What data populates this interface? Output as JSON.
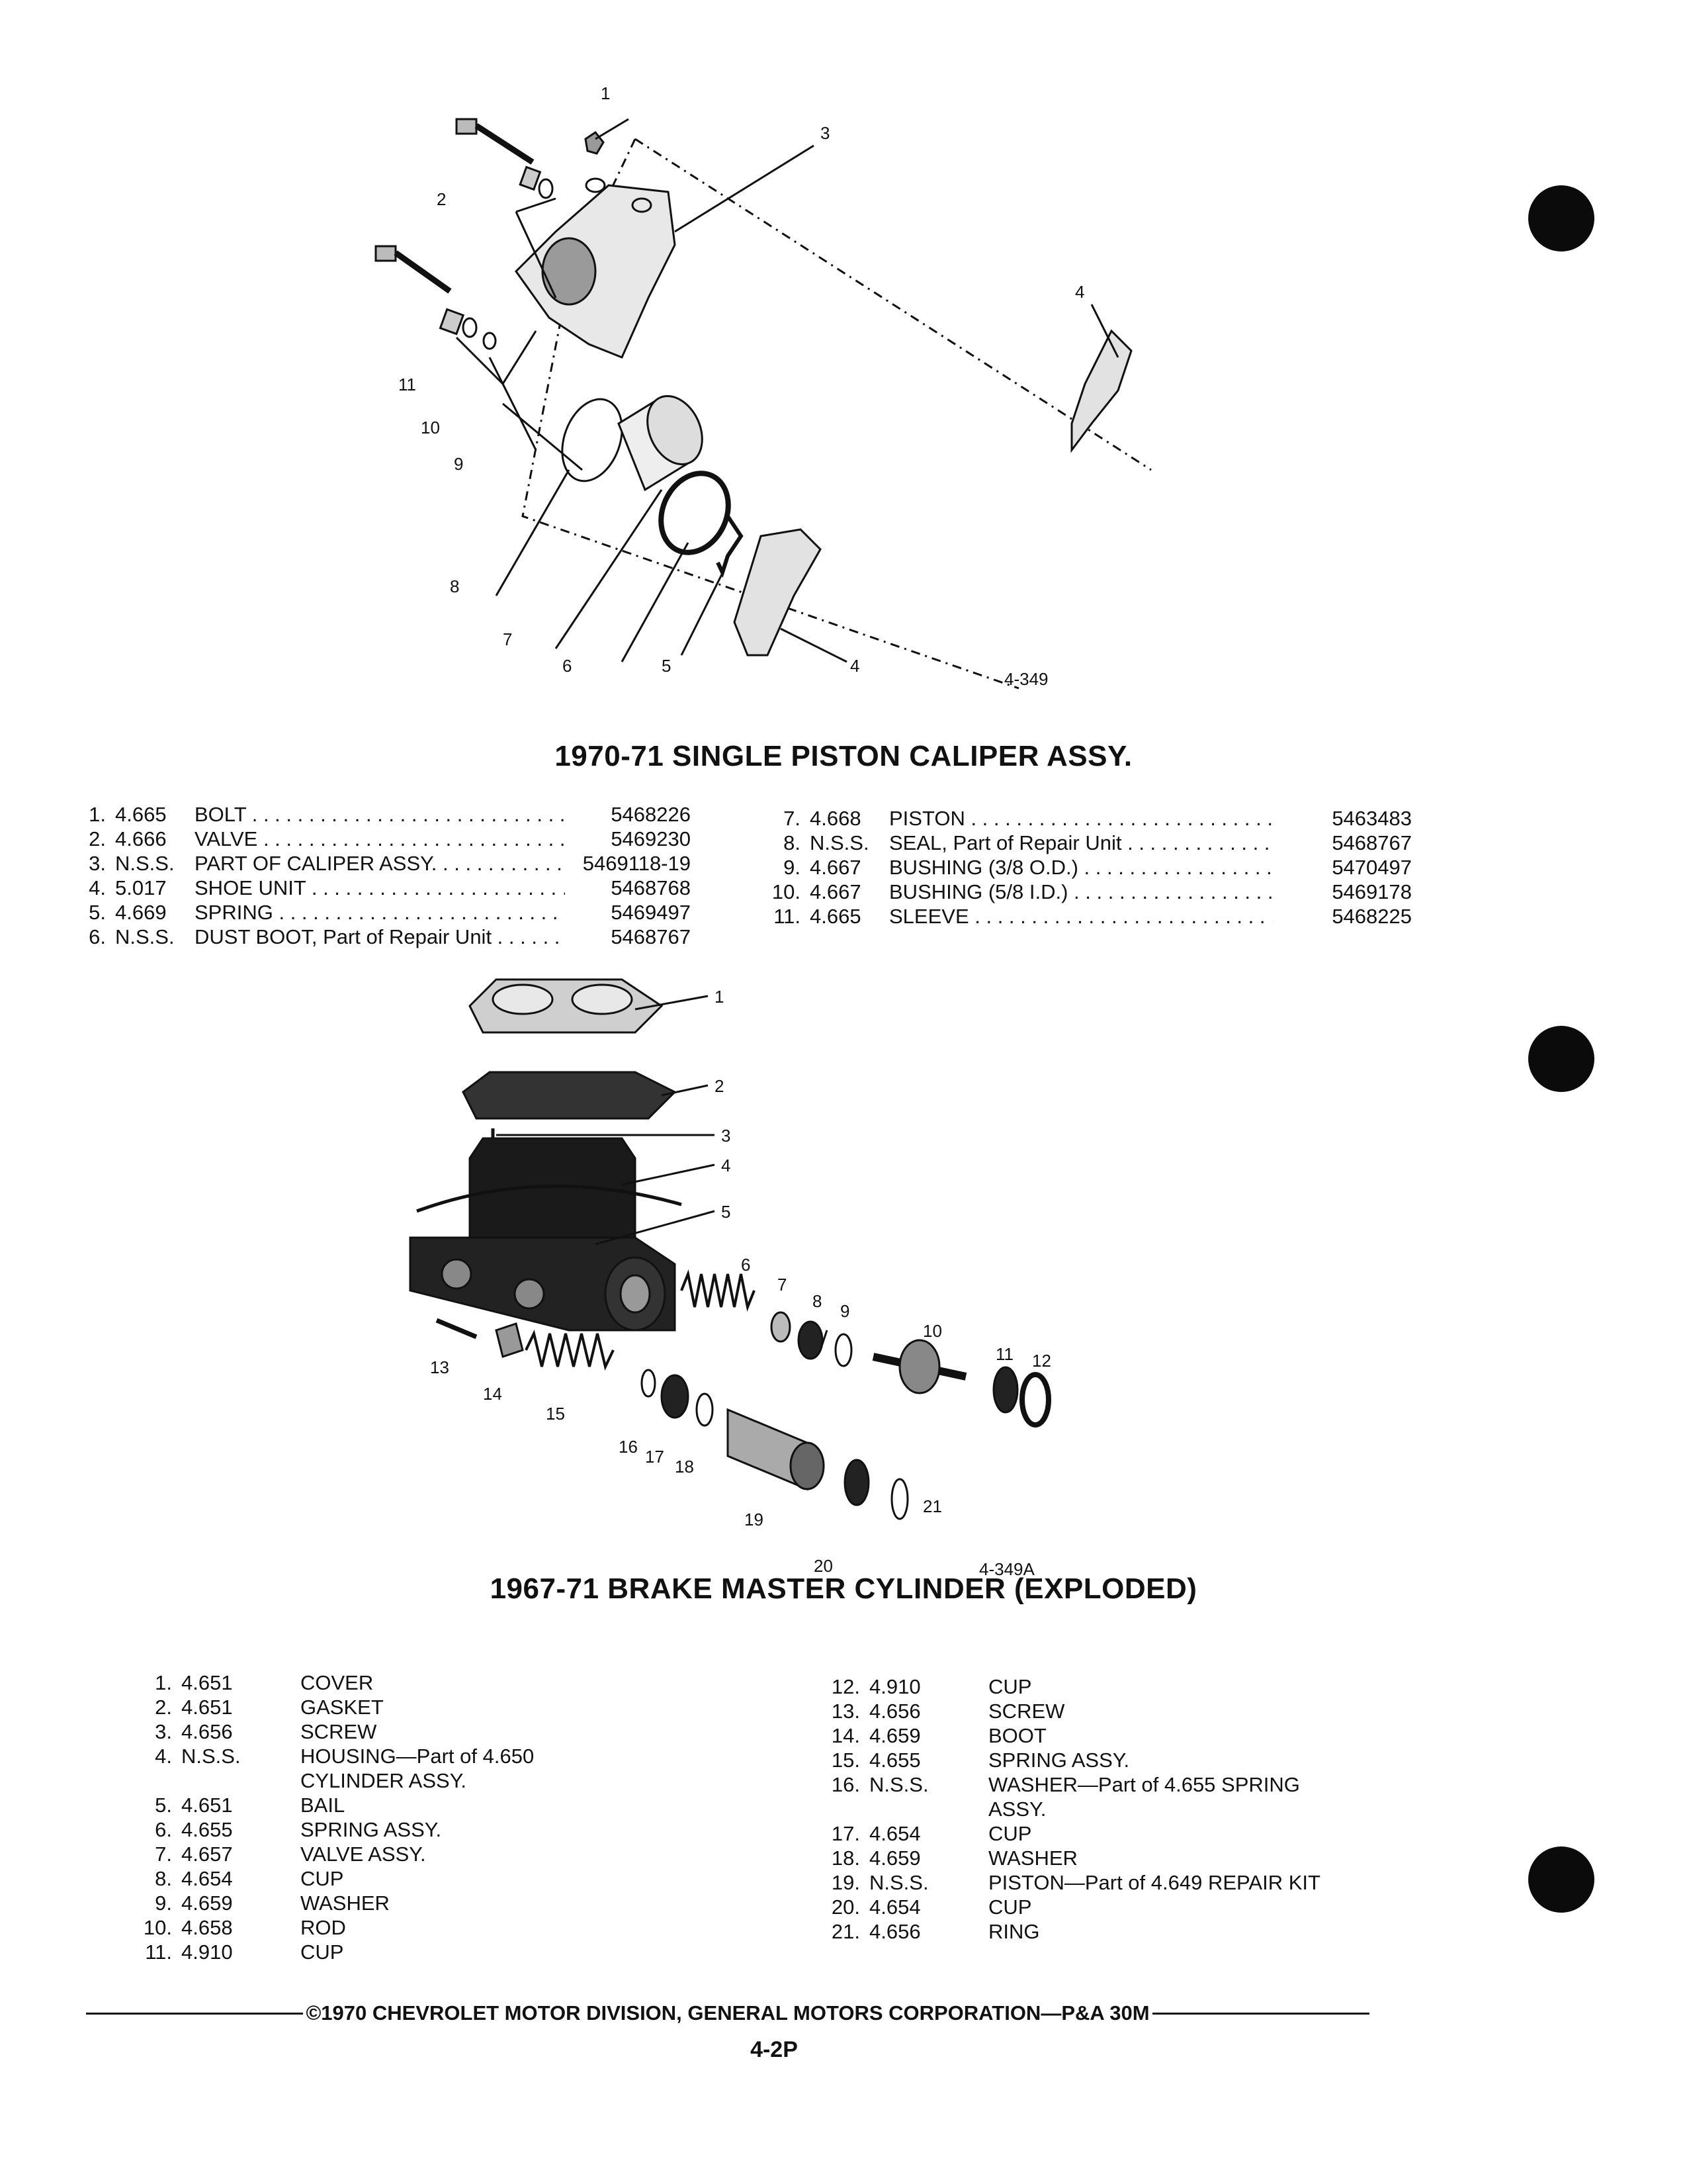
{
  "caliper": {
    "figure_code": "4-349",
    "callouts": [
      "1",
      "2",
      "3",
      "4",
      "11",
      "10",
      "9",
      "8",
      "7",
      "6",
      "5",
      "4"
    ],
    "title": "1970-71 SINGLE PISTON CALIPER ASSY.",
    "items_left": [
      {
        "num": "1.",
        "cat": "4.665",
        "desc": "BOLT",
        "part": "5468226"
      },
      {
        "num": "2.",
        "cat": "4.666",
        "desc": "VALVE",
        "part": "5469230"
      },
      {
        "num": "3.",
        "cat": "N.S.S.",
        "desc": "PART OF CALIPER ASSY.",
        "part": "5469118-19"
      },
      {
        "num": "4.",
        "cat": "5.017",
        "desc": "SHOE UNIT",
        "part": "5468768"
      },
      {
        "num": "5.",
        "cat": "4.669",
        "desc": "SPRING",
        "part": "5469497"
      },
      {
        "num": "6.",
        "cat": "N.S.S.",
        "desc": "DUST BOOT, Part of Repair Unit",
        "part": "5468767"
      }
    ],
    "items_right": [
      {
        "num": "7.",
        "cat": "4.668",
        "desc": "PISTON",
        "part": "5463483"
      },
      {
        "num": "8.",
        "cat": "N.S.S.",
        "desc": "SEAL, Part of Repair Unit",
        "part": "5468767"
      },
      {
        "num": "9.",
        "cat": "4.667",
        "desc": "BUSHING (3/8 O.D.)",
        "part": "5470497"
      },
      {
        "num": "10.",
        "cat": "4.667",
        "desc": "BUSHING (5/8 I.D.)",
        "part": "5469178"
      },
      {
        "num": "11.",
        "cat": "4.665",
        "desc": "SLEEVE",
        "part": "5468225"
      }
    ]
  },
  "master_cylinder": {
    "figure_code": "4-349A",
    "callouts": [
      "1",
      "2",
      "3",
      "4",
      "5",
      "6",
      "7",
      "8",
      "9",
      "10",
      "11",
      "12",
      "13",
      "14",
      "15",
      "16",
      "17",
      "18",
      "19",
      "20",
      "21"
    ],
    "title": "1967-71 BRAKE MASTER CYLINDER (EXPLODED)",
    "items_left": [
      {
        "num": "1.",
        "cat": "4.651",
        "desc": "COVER"
      },
      {
        "num": "2.",
        "cat": "4.651",
        "desc": "GASKET"
      },
      {
        "num": "3.",
        "cat": "4.656",
        "desc": "SCREW"
      },
      {
        "num": "4.",
        "cat": "N.S.S.",
        "desc": "HOUSING—Part of 4.650 CYLINDER ASSY."
      },
      {
        "num": "5.",
        "cat": "4.651",
        "desc": "BAIL"
      },
      {
        "num": "6.",
        "cat": "4.655",
        "desc": "SPRING ASSY."
      },
      {
        "num": "7.",
        "cat": "4.657",
        "desc": "VALVE ASSY."
      },
      {
        "num": "8.",
        "cat": "4.654",
        "desc": "CUP"
      },
      {
        "num": "9.",
        "cat": "4.659",
        "desc": "WASHER"
      },
      {
        "num": "10.",
        "cat": "4.658",
        "desc": "ROD"
      },
      {
        "num": "11.",
        "cat": "4.910",
        "desc": "CUP"
      }
    ],
    "items_right": [
      {
        "num": "12.",
        "cat": "4.910",
        "desc": "CUP"
      },
      {
        "num": "13.",
        "cat": "4.656",
        "desc": "SCREW"
      },
      {
        "num": "14.",
        "cat": "4.659",
        "desc": "BOOT"
      },
      {
        "num": "15.",
        "cat": "4.655",
        "desc": "SPRING ASSY."
      },
      {
        "num": "16.",
        "cat": "N.S.S.",
        "desc": "WASHER—Part of 4.655 SPRING ASSY."
      },
      {
        "num": "17.",
        "cat": "4.654",
        "desc": "CUP"
      },
      {
        "num": "18.",
        "cat": "4.659",
        "desc": "WASHER"
      },
      {
        "num": "19.",
        "cat": "N.S.S.",
        "desc": "PISTON—Part of 4.649 REPAIR KIT"
      },
      {
        "num": "20.",
        "cat": "4.654",
        "desc": "CUP"
      },
      {
        "num": "21.",
        "cat": "4.656",
        "desc": "RING"
      }
    ]
  },
  "footer": {
    "copyright": "©1970 CHEVROLET MOTOR DIVISION, GENERAL MOTORS CORPORATION—P&A 30M",
    "page_number": "4-2P"
  }
}
